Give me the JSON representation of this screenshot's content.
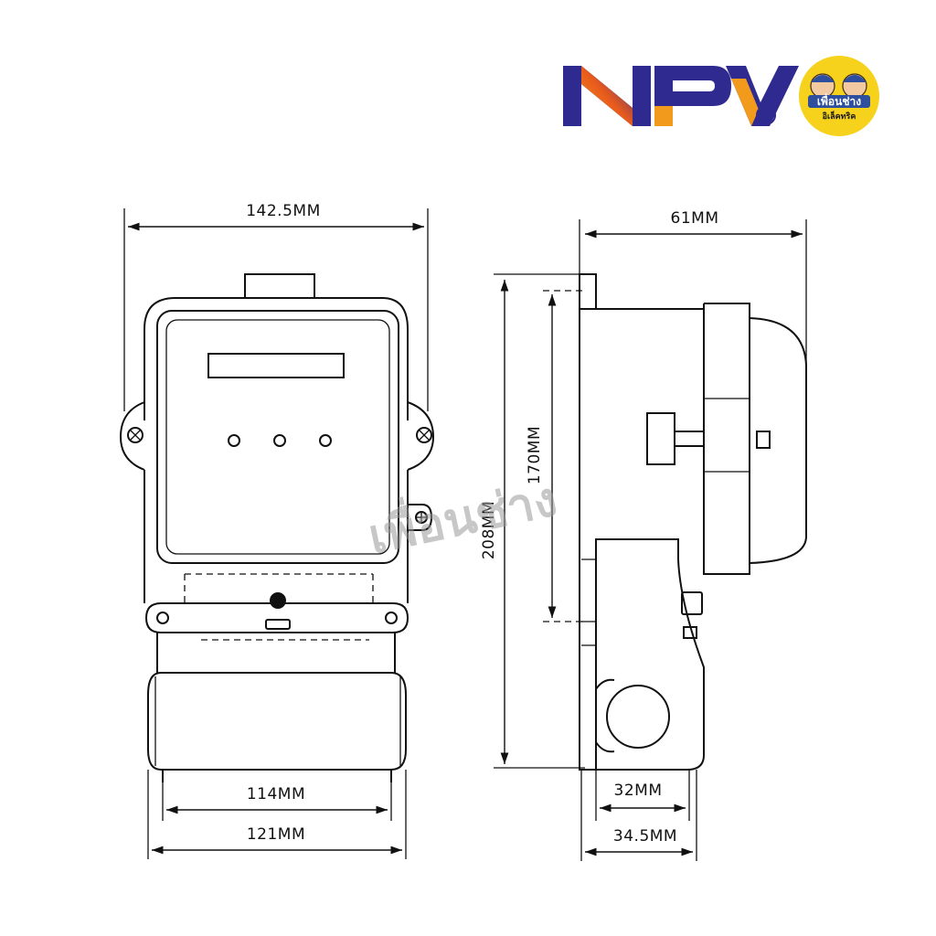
{
  "brand": {
    "name": "NPV",
    "registered_mark": "®",
    "badge_text": "เพื่อนช่าง",
    "badge_subtext": "อิเล็คทริค",
    "badge_color": "#F6D21C",
    "logo_blue": "#2E2A8F",
    "logo_orange": "#F29A1B"
  },
  "watermark": "เพื่อนช่าง",
  "dimensions": {
    "front_width": "142.5MM",
    "front_bottom_inner": "114MM",
    "front_bottom_outer": "121MM",
    "side_depth": "61MM",
    "side_height_total": "208MM",
    "side_height_inner": "170MM",
    "side_bottom_inner": "32MM",
    "side_bottom_outer": "34.5MM"
  }
}
